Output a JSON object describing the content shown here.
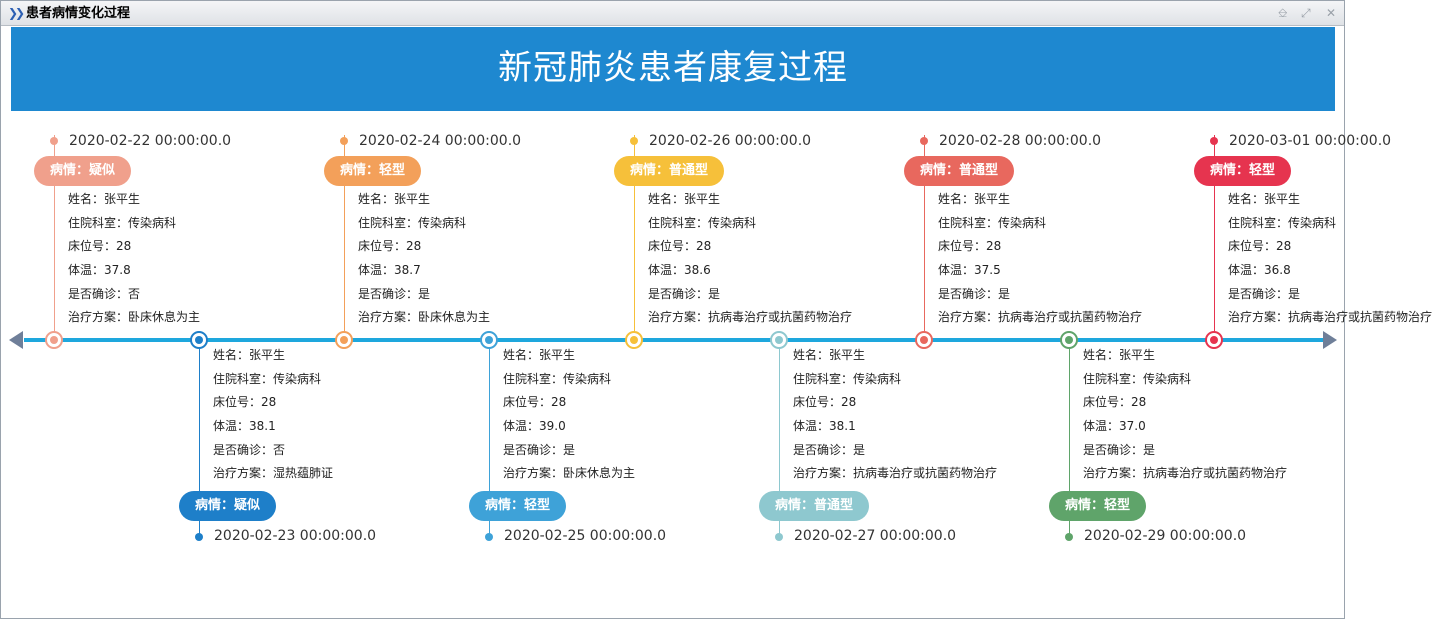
{
  "window": {
    "title": "患者病情变化过程",
    "controls": {
      "pin": "pin-icon",
      "maximize": "maximize-icon",
      "close": "close-icon"
    }
  },
  "banner": {
    "title": "新冠肺炎患者康复过程",
    "color": "#1e88d0"
  },
  "labels": {
    "name": "姓名：",
    "dept": "住院科室：",
    "bed": "床位号：",
    "temp": "体温：",
    "confirmed": "是否确诊：",
    "plan": "治疗方案："
  },
  "axis": {
    "color": "#1ea7dd",
    "arrow_color": "#6f7f99"
  },
  "events": [
    {
      "date": "2020-02-22 00:00:00.0",
      "status": "病情：疑似",
      "name": "张平生",
      "dept": "传染病科",
      "bed": "28",
      "temp": "37.8",
      "confirmed": "否",
      "plan": "卧床休息为主",
      "color": "#f0a08c",
      "side": "top"
    },
    {
      "date": "2020-02-23 00:00:00.0",
      "status": "病情：疑似",
      "name": "张平生",
      "dept": "传染病科",
      "bed": "28",
      "temp": "38.1",
      "confirmed": "否",
      "plan": "湿热蕴肺证",
      "color": "#1e7fc9",
      "side": "bottom"
    },
    {
      "date": "2020-02-24 00:00:00.0",
      "status": "病情：轻型",
      "name": "张平生",
      "dept": "传染病科",
      "bed": "28",
      "temp": "38.7",
      "confirmed": "是",
      "plan": "卧床休息为主",
      "color": "#f3a05a",
      "side": "top"
    },
    {
      "date": "2020-02-25 00:00:00.0",
      "status": "病情：轻型",
      "name": "张平生",
      "dept": "传染病科",
      "bed": "28",
      "temp": "39.0",
      "confirmed": "是",
      "plan": "卧床休息为主",
      "color": "#3ea2d8",
      "side": "bottom"
    },
    {
      "date": "2020-02-26 00:00:00.0",
      "status": "病情：普通型",
      "name": "张平生",
      "dept": "传染病科",
      "bed": "28",
      "temp": "38.6",
      "confirmed": "是",
      "plan": "抗病毒治疗或抗菌药物治疗",
      "color": "#f6c03a",
      "side": "top"
    },
    {
      "date": "2020-02-27 00:00:00.0",
      "status": "病情：普通型",
      "name": "张平生",
      "dept": "传染病科",
      "bed": "28",
      "temp": "38.1",
      "confirmed": "是",
      "plan": "抗病毒治疗或抗菌药物治疗",
      "color": "#8ec8cf",
      "side": "bottom"
    },
    {
      "date": "2020-02-28 00:00:00.0",
      "status": "病情：普通型",
      "name": "张平生",
      "dept": "传染病科",
      "bed": "28",
      "temp": "37.5",
      "confirmed": "是",
      "plan": "抗病毒治疗或抗菌药物治疗",
      "color": "#e8685e",
      "side": "top"
    },
    {
      "date": "2020-02-29 00:00:00.0",
      "status": "病情：轻型",
      "name": "张平生",
      "dept": "传染病科",
      "bed": "28",
      "temp": "37.0",
      "confirmed": "是",
      "plan": "抗病毒治疗或抗菌药物治疗",
      "color": "#5fa46a",
      "side": "bottom"
    },
    {
      "date": "2020-03-01 00:00:00.0",
      "status": "病情：轻型",
      "name": "张平生",
      "dept": "传染病科",
      "bed": "28",
      "temp": "36.8",
      "confirmed": "是",
      "plan": "抗病毒治疗或抗菌药物治疗",
      "color": "#e6344f",
      "side": "top"
    }
  ]
}
